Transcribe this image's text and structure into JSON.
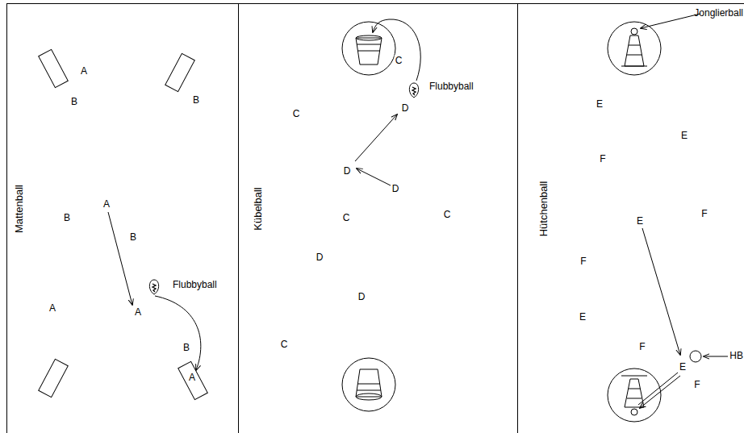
{
  "diagram": {
    "nodes": [
      {
        "text": [
          "Mattenball"
        ]
      },
      {
        "text": [
          "Kübelball"
        ]
      },
      {
        "text": [
          "Hütchenball"
        ]
      }
    ],
    "labels": [
      "A",
      "B",
      "B",
      "A",
      "B",
      "B",
      "Flubbyball",
      "A",
      "A",
      "B",
      "A",
      "C",
      "Flubbyball",
      "D",
      "C",
      "D",
      "D",
      "C",
      "C",
      "D",
      "D",
      "C",
      "Jonglierball",
      "E",
      "E",
      "F",
      "F",
      "E",
      "F",
      "E",
      "F",
      "E",
      "HB",
      "F"
    ]
  }
}
